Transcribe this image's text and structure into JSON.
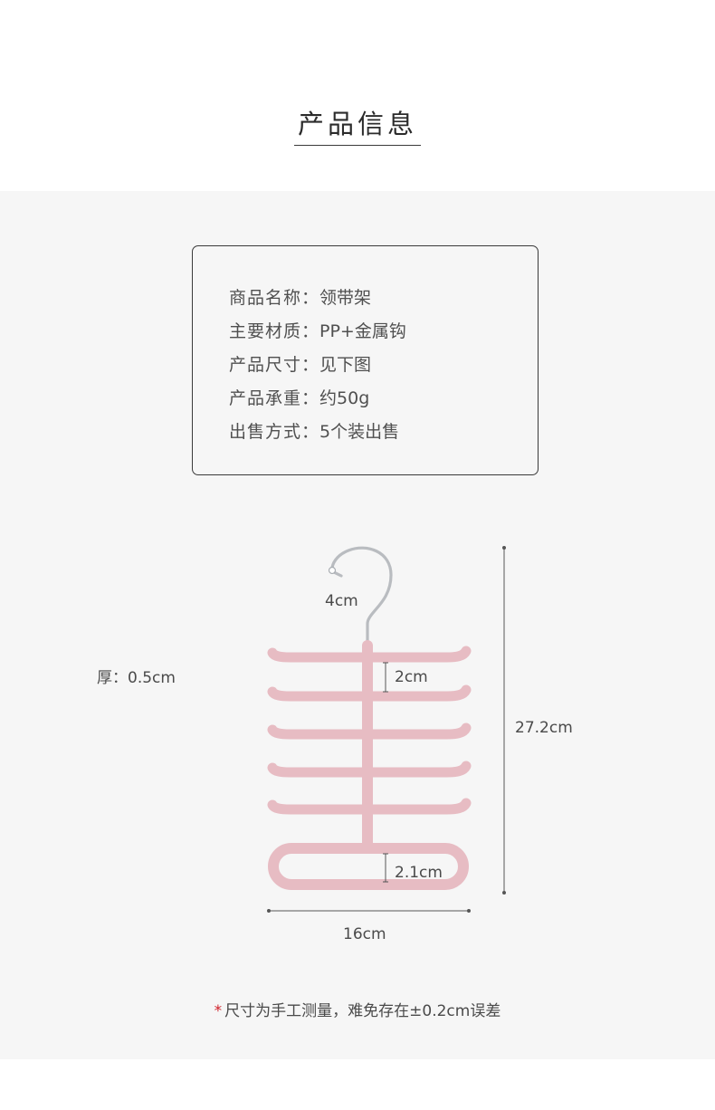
{
  "title": "产品信息",
  "info": [
    {
      "key": "商品名称：",
      "value": "领带架"
    },
    {
      "key": "主要材质：",
      "value": "PP+金属钩"
    },
    {
      "key": "产品尺寸：",
      "value": "见下图"
    },
    {
      "key": "产品承重：",
      "value": "约50g"
    },
    {
      "key": "出售方式：",
      "value": "5个装出售"
    }
  ],
  "dimensions": {
    "hook": "4cm",
    "thickness": "厚：0.5cm",
    "bar_gap": "2cm",
    "loop_gap": "2.1cm",
    "height": "27.2cm",
    "width": "16cm"
  },
  "note": {
    "star": "*",
    "text": "尺寸为手工测量，难免存在±0.2cm误差"
  },
  "colors": {
    "hanger_pink": "#e7bcc3",
    "hook_metal": "#b9bcc0",
    "panel_bg": "#f6f6f6",
    "note_star": "#d0212a"
  }
}
